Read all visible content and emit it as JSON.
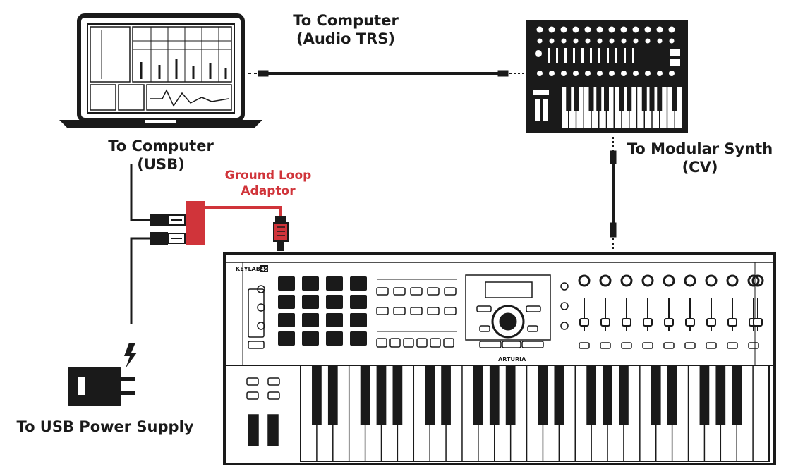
{
  "labels": {
    "to_computer_audio_1": "To Computer",
    "to_computer_audio_2": "(Audio TRS)",
    "to_computer_usb_1": "To Computer",
    "to_computer_usb_2": "(USB)",
    "ground_loop_1": "Ground Loop",
    "ground_loop_2": "Adaptor",
    "modular_synth_1": "To Modular Synth",
    "modular_synth_2": "(CV)",
    "power_supply": "To USB Power Supply"
  },
  "keyboard": {
    "brand": "ARTURIA",
    "model": "KEYLAB",
    "model_badge": "49"
  },
  "colors": {
    "ink": "#1a1a1a",
    "accent_red": "#d0343a",
    "background": "#ffffff"
  }
}
